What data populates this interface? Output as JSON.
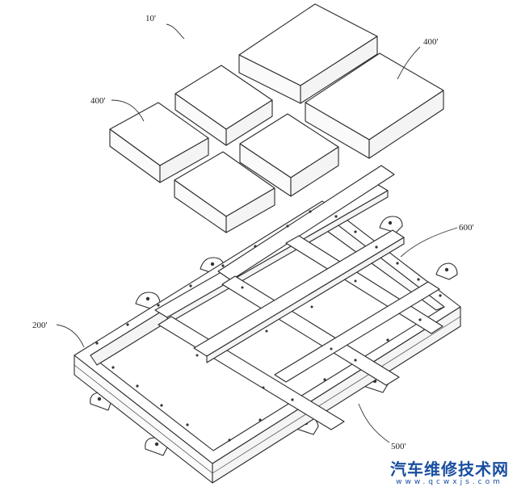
{
  "labels": {
    "assembly": "10'",
    "module_left": "400'",
    "module_right": "400'",
    "frame": "200'",
    "beam": "600'",
    "cell": "500'"
  },
  "watermark": {
    "title": "汽车维修技术网",
    "url": "www.qcwxjs.com"
  },
  "colors": {
    "line": "#2b2b2b",
    "watermark": "#1a4fa0"
  }
}
